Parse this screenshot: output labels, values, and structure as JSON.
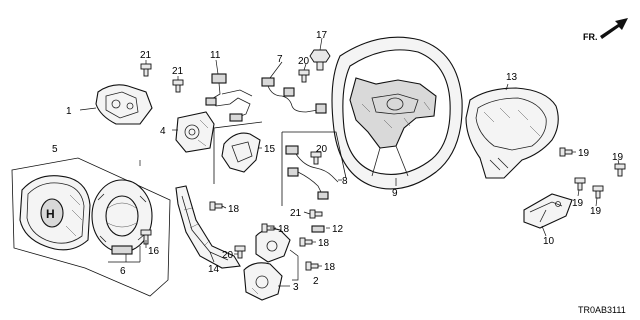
{
  "direction": {
    "label": "FR."
  },
  "diagram_code": "TR0AB3111",
  "callouts": {
    "c1": "1",
    "c2": "2",
    "c3": "3",
    "c4": "4",
    "c5": "5",
    "c6": "6",
    "c7": "7",
    "c8": "8",
    "c9": "9",
    "c10": "10",
    "c11": "11",
    "c12": "12",
    "c13": "13",
    "c14": "14",
    "c15": "15",
    "c16": "16",
    "c17": "17",
    "c18a": "18",
    "c18b": "18",
    "c18c": "18",
    "c18d": "18",
    "c19a": "19",
    "c19b": "19",
    "c19c": "19",
    "c19d": "19",
    "c20a": "20",
    "c20b": "20",
    "c20c": "20",
    "c21a": "21",
    "c21b": "21",
    "c21c": "21"
  },
  "icons": {
    "direction_arrow": "arrow-up-right-icon"
  }
}
